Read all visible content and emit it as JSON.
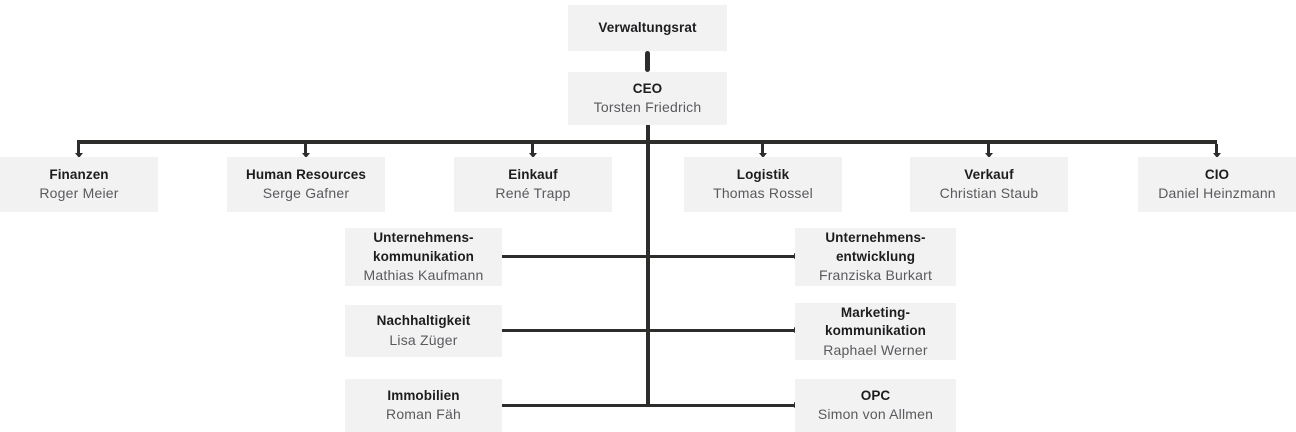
{
  "org_chart": {
    "board": {
      "title": "Verwaltungsrat"
    },
    "ceo": {
      "title": "CEO",
      "name": "Torsten Friedrich"
    },
    "departments": [
      {
        "title": "Finanzen",
        "name": "Roger Meier"
      },
      {
        "title": "Human Resources",
        "name": "Serge Gafner"
      },
      {
        "title": "Einkauf",
        "name": "René Trapp"
      },
      {
        "title": "Logistik",
        "name": "Thomas Rossel"
      },
      {
        "title": "Verkauf",
        "name": "Christian Staub"
      },
      {
        "title": "CIO",
        "name": "Daniel Heinzmann"
      }
    ],
    "staff_left": [
      {
        "title_line1": "Unternehmens-",
        "title_line2": "kommunikation",
        "name": "Mathias Kaufmann"
      },
      {
        "title_line1": "Nachhaltigkeit",
        "title_line2": "",
        "name": "Lisa Züger"
      },
      {
        "title_line1": "Immobilien",
        "title_line2": "",
        "name": "Roman Fäh"
      }
    ],
    "staff_right": [
      {
        "title_line1": "Unternehmens-",
        "title_line2": "entwicklung",
        "name": "Franziska Burkart"
      },
      {
        "title_line1": "Marketing-",
        "title_line2": "kommunikation",
        "name": "Raphael Werner"
      },
      {
        "title_line1": "OPC",
        "title_line2": "",
        "name": "Simon von Allmen"
      }
    ]
  },
  "colors": {
    "page_bg": "#ffffff",
    "box_bg": "#f2f2f2",
    "title_text": "#1d1d1f",
    "name_text": "#5a5a5e",
    "connector": "#2d2d2b"
  }
}
